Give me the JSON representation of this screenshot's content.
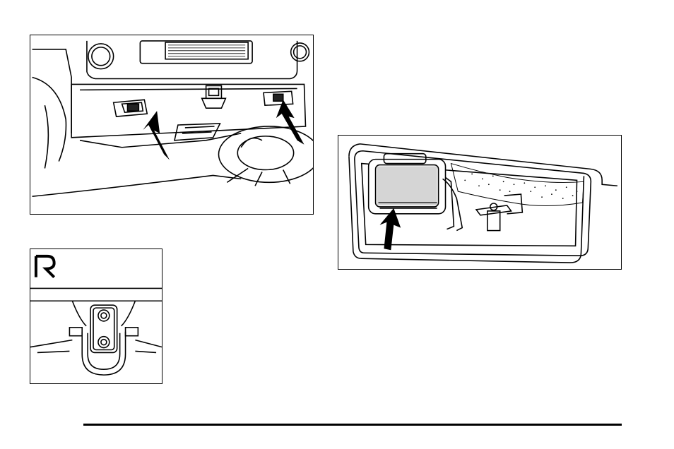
{
  "figures": [
    {
      "id": "front-tow-hooks",
      "description_visible": false
    },
    {
      "id": "tow-shackle-closeup",
      "description_visible": false
    },
    {
      "id": "storage-compartment",
      "description_visible": false
    }
  ],
  "colors": {
    "line": "#000000",
    "background": "#ffffff"
  },
  "icons": [
    "arrow-icon"
  ]
}
